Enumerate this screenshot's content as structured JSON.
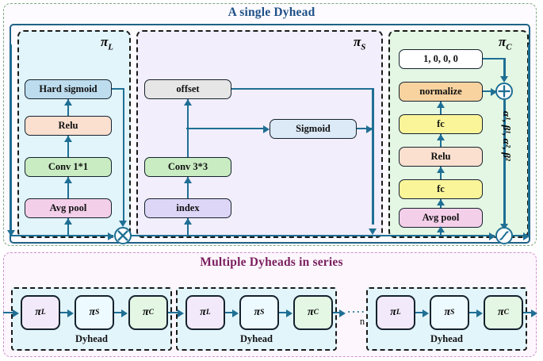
{
  "top_panel": {
    "title": "A single Dyhead",
    "modules": [
      {
        "key": "pi_l",
        "label": "π",
        "sub": "L"
      },
      {
        "key": "pi_s",
        "label": "π",
        "sub": "S"
      },
      {
        "key": "pi_c",
        "label": "π",
        "sub": "C"
      }
    ],
    "pi_l_nodes": [
      {
        "label": "Hard sigmoid",
        "color": "#bddcee"
      },
      {
        "label": "Relu",
        "color": "#fbe0cf"
      },
      {
        "label": "Conv 1*1",
        "color": "#c9ecc2"
      },
      {
        "label": "Avg pool",
        "color": "#f4cfe9"
      }
    ],
    "pi_s_nodes": [
      {
        "label": "offset",
        "color": "#e6e6e6"
      },
      {
        "label": "Sigmoid",
        "color": "#dbeaf6"
      },
      {
        "label": "Conv 3*3",
        "color": "#c9ecc2"
      },
      {
        "label": "index",
        "color": "#ddd6f7"
      }
    ],
    "pi_c_nodes": [
      {
        "label": "1, 0, 0, 0",
        "color": "#ffffff"
      },
      {
        "label": "normalize",
        "color": "#f8d3a0"
      },
      {
        "label": "fc",
        "color": "#fbf59a"
      },
      {
        "label": "Relu",
        "color": "#fbe0cf"
      },
      {
        "label": "fc",
        "color": "#fbf59a"
      },
      {
        "label": "Avg pool",
        "color": "#f4cfe9"
      }
    ],
    "operators": [
      {
        "name": "multiply",
        "glyph": "⊗"
      },
      {
        "name": "add",
        "glyph": "⊕"
      },
      {
        "name": "sigmoid",
        "glyph": "S-curve"
      }
    ],
    "greek_label": "α¹, β¹, α², β²"
  },
  "bottom_panel": {
    "title": "Multiple Dyheads in series",
    "caption": "Dyhead",
    "repeat_label": "n",
    "dots": "······",
    "stage_nodes": [
      {
        "label": "π",
        "sub": "L",
        "color": "#f2eafb"
      },
      {
        "label": "π",
        "sub": "S",
        "color": "#edfaff"
      },
      {
        "label": "π",
        "sub": "C",
        "color": "#e4f7e4"
      }
    ]
  },
  "colors": {
    "flow_line": "#1f6f94",
    "panel_top_border": "#7da97d",
    "panel_bottom_border": "#cf8fd0",
    "title_top": "#1d4f86",
    "title_bottom": "#7a1f5e",
    "main_box_border": "#1f6285"
  }
}
